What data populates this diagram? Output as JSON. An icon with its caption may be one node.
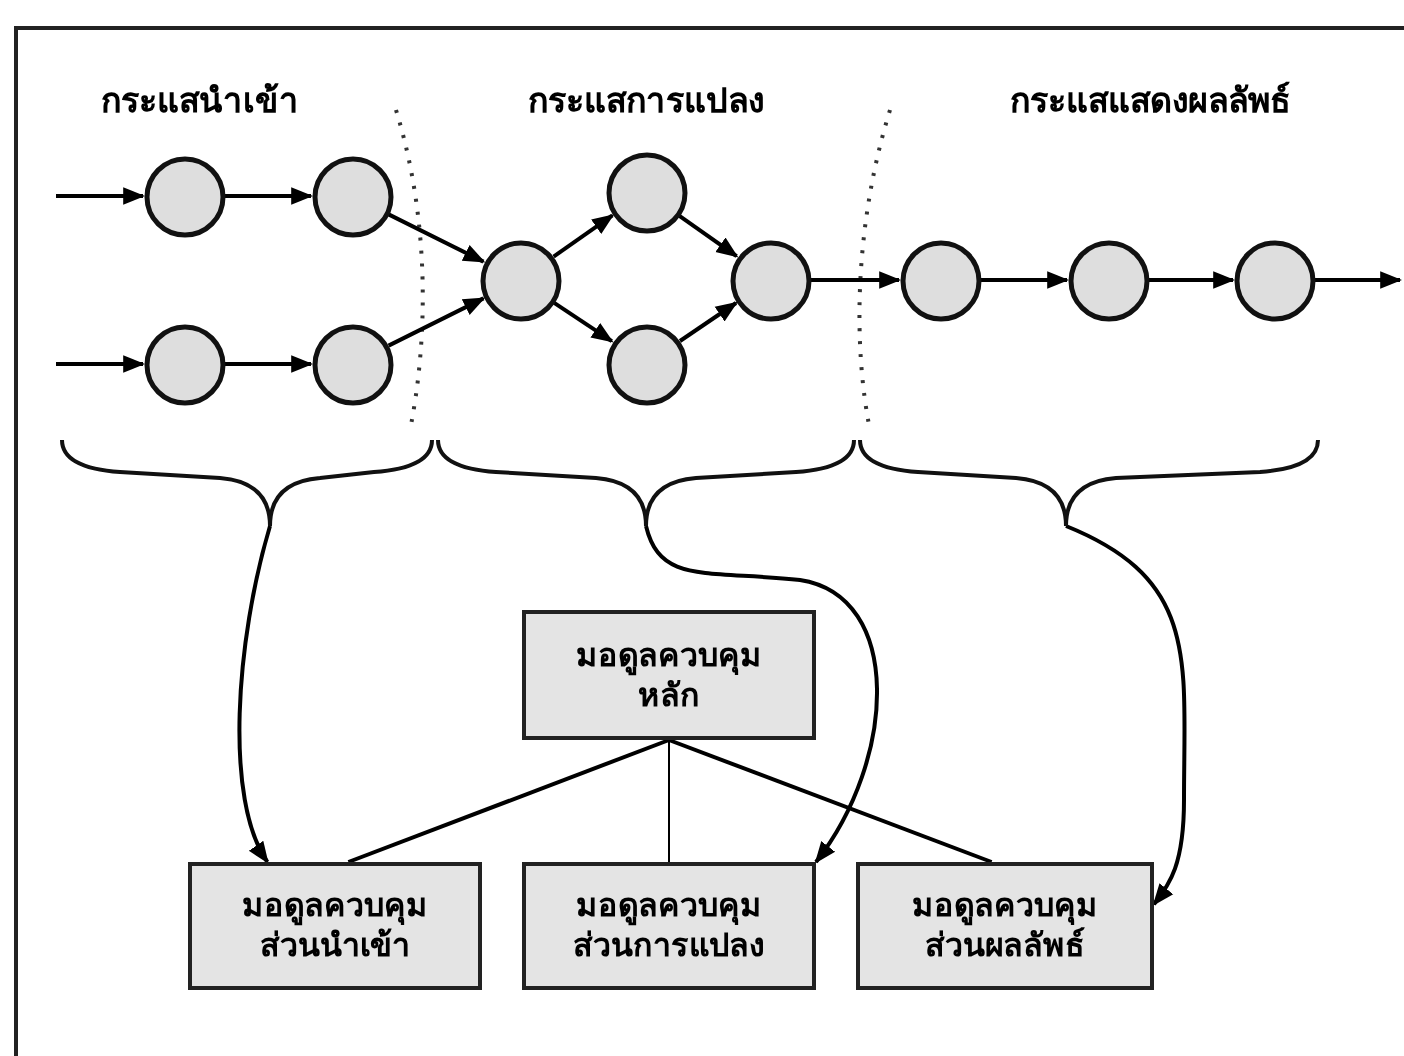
{
  "diagram": {
    "nodes": [
      {
        "text": [],
        "shape": "circle"
      },
      {
        "text": [],
        "shape": "circle"
      },
      {
        "text": [],
        "shape": "circle"
      },
      {
        "text": [],
        "shape": "circle"
      },
      {
        "text": [],
        "shape": "circle"
      },
      {
        "text": [],
        "shape": "circle"
      },
      {
        "text": [],
        "shape": "circle"
      },
      {
        "text": [],
        "shape": "circle"
      },
      {
        "text": [],
        "shape": "circle"
      },
      {
        "text": [],
        "shape": "circle"
      },
      {
        "text": [],
        "shape": "circle"
      },
      {
        "text": [],
        "shape": "brace"
      },
      {
        "text": [],
        "shape": "brace"
      },
      {
        "text": [],
        "shape": "brace"
      },
      {
        "text": [
          "มอดูลควบคุมหลัก"
        ]
      },
      {
        "text": [
          "มอดูลควบคุมส่วนนำเข้า"
        ]
      },
      {
        "text": [
          "มอดูลควบคุมส่วนการแปลง"
        ]
      },
      {
        "text": [
          "มอดูลควบคุมส่วนผลลัพธ์"
        ]
      }
    ],
    "edges": [
      {
        "from": null,
        "to": 0,
        "arrow": "to"
      },
      {
        "from": 0,
        "to": 1,
        "arrow": "to"
      },
      {
        "from": null,
        "to": 2,
        "arrow": "to"
      },
      {
        "from": 2,
        "to": 3,
        "arrow": "to"
      },
      {
        "from": 1,
        "to": 4,
        "arrow": "to"
      },
      {
        "from": 3,
        "to": 4,
        "arrow": "to"
      },
      {
        "from": 4,
        "to": 5,
        "arrow": "to"
      },
      {
        "from": 4,
        "to": 6,
        "arrow": "to"
      },
      {
        "from": 5,
        "to": 7,
        "arrow": "to"
      },
      {
        "from": 6,
        "to": 7,
        "arrow": "to"
      },
      {
        "from": 7,
        "to": 8,
        "arrow": "to"
      },
      {
        "from": 8,
        "to": 9,
        "arrow": "to"
      },
      {
        "from": 9,
        "to": 10,
        "arrow": "to"
      },
      {
        "from": 10,
        "to": null,
        "arrow": "to"
      },
      {
        "from": 11,
        "to": 15,
        "arrow": "to"
      },
      {
        "from": 12,
        "to": 16,
        "arrow": "to"
      },
      {
        "from": 13,
        "to": 17,
        "arrow": "to"
      },
      {
        "from": 14,
        "to": 15,
        "arrow": "none"
      },
      {
        "from": 14,
        "to": 16,
        "arrow": "none"
      },
      {
        "from": 14,
        "to": 17,
        "arrow": "none"
      }
    ],
    "labels": [
      "กระแสนำเข้า",
      "กระแสการแปลง",
      "กระแสแสดงผลลัพธ์"
    ]
  }
}
